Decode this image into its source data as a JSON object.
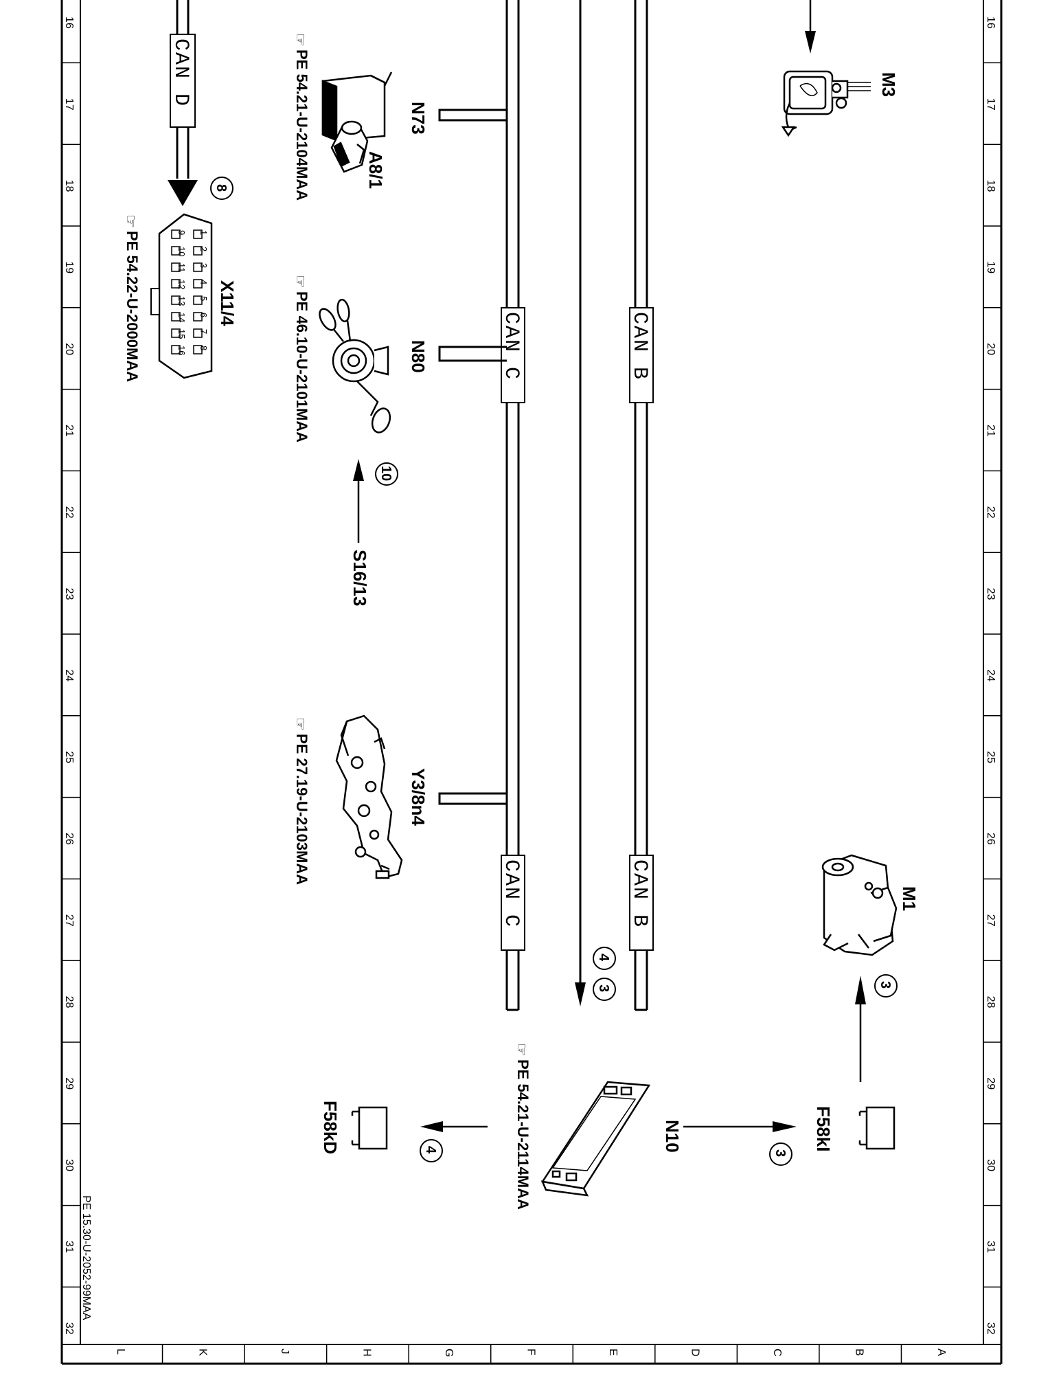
{
  "diagram": {
    "doc_ref": "PE 15.30-U-2052-99MAA",
    "row_ticks": [
      "16",
      "17",
      "18",
      "19",
      "20",
      "21",
      "22",
      "23",
      "24",
      "25",
      "26",
      "27",
      "28",
      "29",
      "30",
      "31",
      "32"
    ],
    "col_letters": [
      "L",
      "K",
      "J",
      "H",
      "G",
      "F",
      "E",
      "D",
      "C",
      "B",
      "A"
    ],
    "components": {
      "m3": "M3",
      "n73": "N73",
      "a8_1": "A8/1",
      "x11_4": "X11/4",
      "n80": "N80",
      "s16_13": "S16/13",
      "y3_8n4": "Y3/8n4",
      "m1": "M1",
      "n10": "N10",
      "f58kl": "F58kI",
      "f58kd": "F58kD"
    },
    "refs": {
      "n73_ref": "PE 54.21-U-2104MAA",
      "x11_ref": "PE 54.22-U-2000MAA",
      "n80_ref": "PE 46.10-U-2101MAA",
      "y3_ref": "PE 27.19-U-2103MAA",
      "n10_ref": "PE 54.21-U-2114MAA"
    },
    "bus_labels": {
      "can_d": "CAN D",
      "can_c": "CAN C",
      "can_b": "CAN B"
    },
    "circled": {
      "c8": "8",
      "c10": "10",
      "c4a": "4",
      "c3a": "3",
      "c3b": "3",
      "c3c": "3",
      "c4b": "4"
    },
    "pins_top": [
      "1",
      "2",
      "3",
      "4",
      "5",
      "6",
      "7",
      "8"
    ],
    "pins_bottom": [
      "9",
      "10",
      "11",
      "12",
      "13",
      "14",
      "15",
      "16"
    ]
  }
}
